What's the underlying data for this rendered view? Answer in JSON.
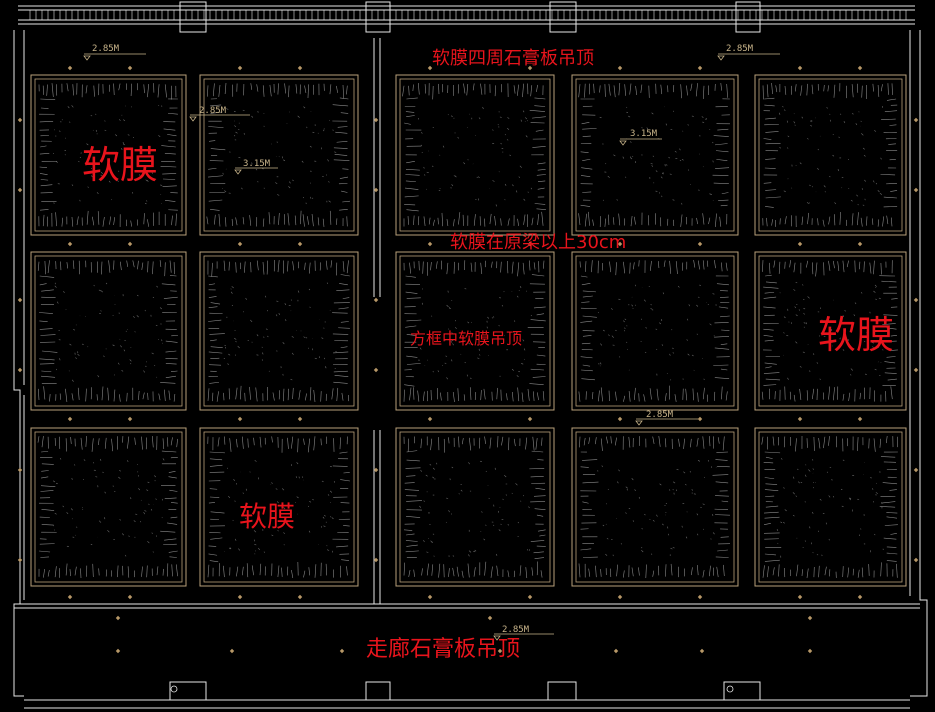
{
  "colors": {
    "background": "#000000",
    "wall": "#e6e6e6",
    "ceiling_frame": "#b8a07a",
    "texture": "#8a8a8a",
    "annotation": "#e8141c",
    "dimension": "#c8b48a",
    "fixture": "#b89868"
  },
  "annotations": {
    "soft_film_left": "软膜",
    "soft_film_right": "软膜",
    "soft_film_bottom": "软膜",
    "gypsum_perimeter": "软膜四周石膏板吊顶",
    "film_above_beam": "软膜在原梁以上30cm",
    "frame_film": "方框中软膜吊顶",
    "corridor": "走廊石膏板吊顶"
  },
  "levels": {
    "l1": "2.85M",
    "l2": "2.85M",
    "l3": "2.85M",
    "l4": "3.15M",
    "l5": "3.15M",
    "l6": "2.85M",
    "l7": "2.85M"
  },
  "icons": {
    "fixture": "ceiling-light-fixture-icon",
    "level_mark": "elevation-triangle-icon",
    "column_marker": "column-circle-icon"
  }
}
